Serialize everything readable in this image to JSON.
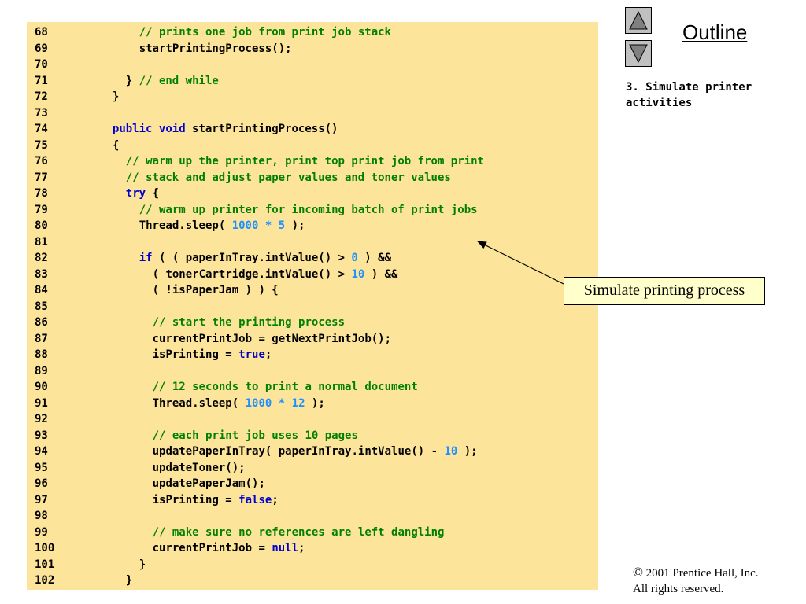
{
  "outline": {
    "title": "Outline"
  },
  "side_note": "3. Simulate printer\nactivities",
  "callout": {
    "text": "Simulate printing process"
  },
  "copyright": {
    "symbol": "©",
    "line1": " 2001 Prentice Hall, Inc.",
    "line2": "All rights reserved."
  },
  "colors": {
    "panel": "#fde49b",
    "comment": "#008000",
    "keyword": "#0000cc",
    "number": "#1e90ff"
  },
  "icons": {
    "up": "triangle-up-icon",
    "down": "triangle-down-icon"
  },
  "code_lines": [
    {
      "n": "68",
      "indent": 6,
      "tokens": [
        [
          "c",
          "// prints one job from print job stack"
        ]
      ]
    },
    {
      "n": "69",
      "indent": 6,
      "tokens": [
        [
          "p",
          "startPrintingProcess();"
        ]
      ]
    },
    {
      "n": "70",
      "indent": 0,
      "tokens": []
    },
    {
      "n": "71",
      "indent": 4,
      "tokens": [
        [
          "p",
          "} "
        ],
        [
          "c",
          "// end while"
        ]
      ]
    },
    {
      "n": "72",
      "indent": 2,
      "tokens": [
        [
          "p",
          "}"
        ]
      ]
    },
    {
      "n": "73",
      "indent": 0,
      "tokens": []
    },
    {
      "n": "74",
      "indent": 2,
      "tokens": [
        [
          "k",
          "public"
        ],
        [
          "p",
          " "
        ],
        [
          "k",
          "void"
        ],
        [
          "p",
          " startPrintingProcess()"
        ]
      ]
    },
    {
      "n": "75",
      "indent": 2,
      "tokens": [
        [
          "p",
          "{"
        ]
      ]
    },
    {
      "n": "76",
      "indent": 4,
      "tokens": [
        [
          "c",
          "// warm up the printer, print top print job from print"
        ]
      ]
    },
    {
      "n": "77",
      "indent": 4,
      "tokens": [
        [
          "c",
          "// stack and adjust paper values and toner values"
        ]
      ]
    },
    {
      "n": "78",
      "indent": 4,
      "tokens": [
        [
          "k",
          "try"
        ],
        [
          "p",
          " {"
        ]
      ]
    },
    {
      "n": "79",
      "indent": 6,
      "tokens": [
        [
          "c",
          "// warm up printer for incoming batch of print jobs"
        ]
      ]
    },
    {
      "n": "80",
      "indent": 6,
      "tokens": [
        [
          "p",
          "Thread.sleep( "
        ],
        [
          "n",
          "1000"
        ],
        [
          "p",
          " "
        ],
        [
          "n",
          "*"
        ],
        [
          "p",
          " "
        ],
        [
          "n",
          "5"
        ],
        [
          "p",
          " );"
        ]
      ]
    },
    {
      "n": "81",
      "indent": 0,
      "tokens": []
    },
    {
      "n": "82",
      "indent": 6,
      "tokens": [
        [
          "k",
          "if"
        ],
        [
          "p",
          " ( ( paperInTray.intValue() > "
        ],
        [
          "n",
          "0"
        ],
        [
          "p",
          " ) &&"
        ]
      ]
    },
    {
      "n": "83",
      "indent": 8,
      "tokens": [
        [
          "p",
          "( tonerCartridge.intValue() > "
        ],
        [
          "n",
          "10"
        ],
        [
          "p",
          " ) &&"
        ]
      ]
    },
    {
      "n": "84",
      "indent": 8,
      "tokens": [
        [
          "p",
          "( !isPaperJam ) ) {"
        ]
      ]
    },
    {
      "n": "85",
      "indent": 0,
      "tokens": []
    },
    {
      "n": "86",
      "indent": 8,
      "tokens": [
        [
          "c",
          "// start the printing process"
        ]
      ]
    },
    {
      "n": "87",
      "indent": 8,
      "tokens": [
        [
          "p",
          "currentPrintJob = getNextPrintJob();"
        ]
      ]
    },
    {
      "n": "88",
      "indent": 8,
      "tokens": [
        [
          "p",
          "isPrinting = "
        ],
        [
          "k",
          "true"
        ],
        [
          "p",
          ";"
        ]
      ]
    },
    {
      "n": "89",
      "indent": 0,
      "tokens": []
    },
    {
      "n": "90",
      "indent": 8,
      "tokens": [
        [
          "c",
          "// 12 seconds to print a normal document"
        ]
      ]
    },
    {
      "n": "91",
      "indent": 8,
      "tokens": [
        [
          "p",
          "Thread.sleep( "
        ],
        [
          "n",
          "1000"
        ],
        [
          "p",
          " "
        ],
        [
          "n",
          "*"
        ],
        [
          "p",
          " "
        ],
        [
          "n",
          "12"
        ],
        [
          "p",
          " );"
        ]
      ]
    },
    {
      "n": "92",
      "indent": 0,
      "tokens": []
    },
    {
      "n": "93",
      "indent": 8,
      "tokens": [
        [
          "c",
          "// each print job uses 10 pages"
        ]
      ]
    },
    {
      "n": "94",
      "indent": 8,
      "tokens": [
        [
          "p",
          "updatePaperInTray( paperInTray.intValue() - "
        ],
        [
          "n",
          "10"
        ],
        [
          "p",
          " );"
        ]
      ]
    },
    {
      "n": "95",
      "indent": 8,
      "tokens": [
        [
          "p",
          "updateToner();"
        ]
      ]
    },
    {
      "n": "96",
      "indent": 8,
      "tokens": [
        [
          "p",
          "updatePaperJam();"
        ]
      ]
    },
    {
      "n": "97",
      "indent": 8,
      "tokens": [
        [
          "p",
          "isPrinting = "
        ],
        [
          "k",
          "false"
        ],
        [
          "p",
          ";"
        ]
      ]
    },
    {
      "n": "98",
      "indent": 0,
      "tokens": []
    },
    {
      "n": "99",
      "indent": 8,
      "tokens": [
        [
          "c",
          "// make sure no references are left dangling"
        ]
      ]
    },
    {
      "n": "100",
      "indent": 8,
      "tokens": [
        [
          "p",
          "currentPrintJob = "
        ],
        [
          "k",
          "null"
        ],
        [
          "p",
          ";"
        ]
      ]
    },
    {
      "n": "101",
      "indent": 6,
      "tokens": [
        [
          "p",
          "}"
        ]
      ]
    },
    {
      "n": "102",
      "indent": 4,
      "tokens": [
        [
          "p",
          "}"
        ]
      ]
    }
  ]
}
